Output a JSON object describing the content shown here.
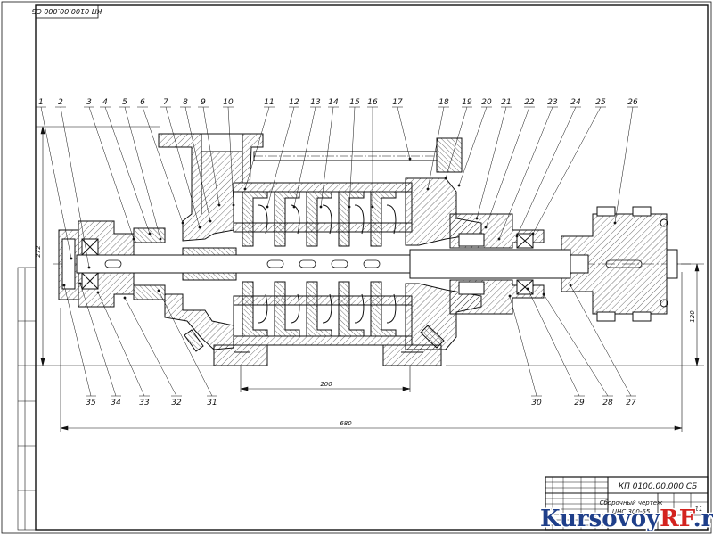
{
  "corner_code": "КП 0100.00.000 СБ",
  "balloons_top": [
    "1",
    "2",
    "3",
    "4",
    "5",
    "6",
    "7",
    "8",
    "9",
    "10",
    "11",
    "12",
    "13",
    "14",
    "15",
    "16",
    "17",
    "18",
    "19",
    "20",
    "21",
    "22",
    "23",
    "24",
    "25",
    "26"
  ],
  "balloons_bottom": [
    "35",
    "34",
    "33",
    "32",
    "31",
    "30",
    "29",
    "28",
    "27"
  ],
  "dimensions": {
    "overall_length": "680",
    "foot_length": "200",
    "height": "272",
    "shaft_height": "120"
  },
  "title_block": {
    "designation": "КП 0100.00.000 СБ",
    "title_line1": "Сборочный чертеж",
    "title_line2": "ЦНС 300-65",
    "sheets": "11"
  },
  "watermark": {
    "part1": "Kursovoy",
    "part2": "RF",
    "part3": ".ru",
    "color_main": "#1f3f8a",
    "color_accent": "#d3231f"
  },
  "colors": {
    "line": "#111111",
    "background": "#ffffff"
  }
}
